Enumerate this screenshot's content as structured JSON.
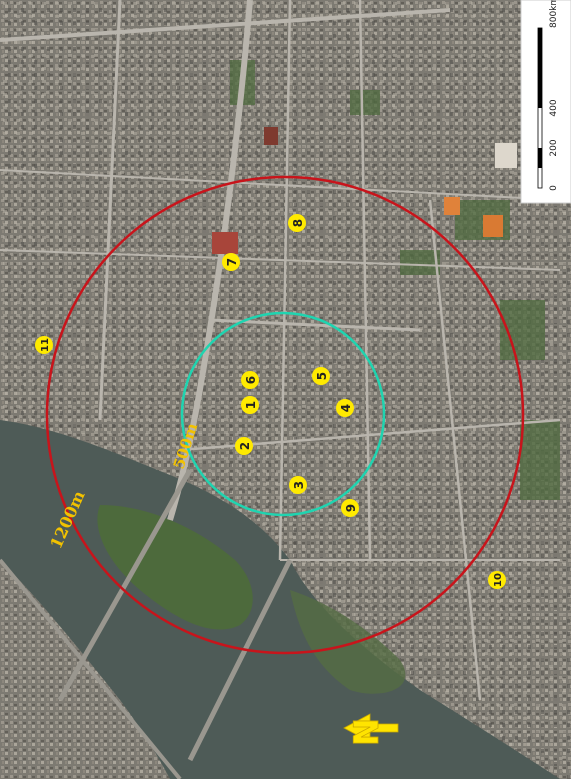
{
  "map": {
    "colors": {
      "outer_ring": "#c8141b",
      "inner_ring": "#1fd4b0",
      "marker_fill": "#ffea00",
      "marker_text": "#222222",
      "radius_label": "#f2c200",
      "river": "#4e5b57",
      "urban": "#7b7870"
    },
    "radius_labels": {
      "inner": "500m",
      "outer": "1200m"
    },
    "markers": [
      {
        "id": "1",
        "label": "1"
      },
      {
        "id": "2",
        "label": "2"
      },
      {
        "id": "3",
        "label": "3"
      },
      {
        "id": "4",
        "label": "4"
      },
      {
        "id": "5",
        "label": "5"
      },
      {
        "id": "6",
        "label": "6"
      },
      {
        "id": "7",
        "label": "7"
      },
      {
        "id": "8",
        "label": "8"
      },
      {
        "id": "9",
        "label": "9"
      },
      {
        "id": "10",
        "label": "10"
      },
      {
        "id": "11",
        "label": "11"
      }
    ],
    "scale_bar": {
      "ticks": [
        "0",
        "200",
        "400",
        "800km"
      ]
    },
    "north_arrow": {
      "letter": "N",
      "icon": "north-arrow-icon"
    }
  }
}
